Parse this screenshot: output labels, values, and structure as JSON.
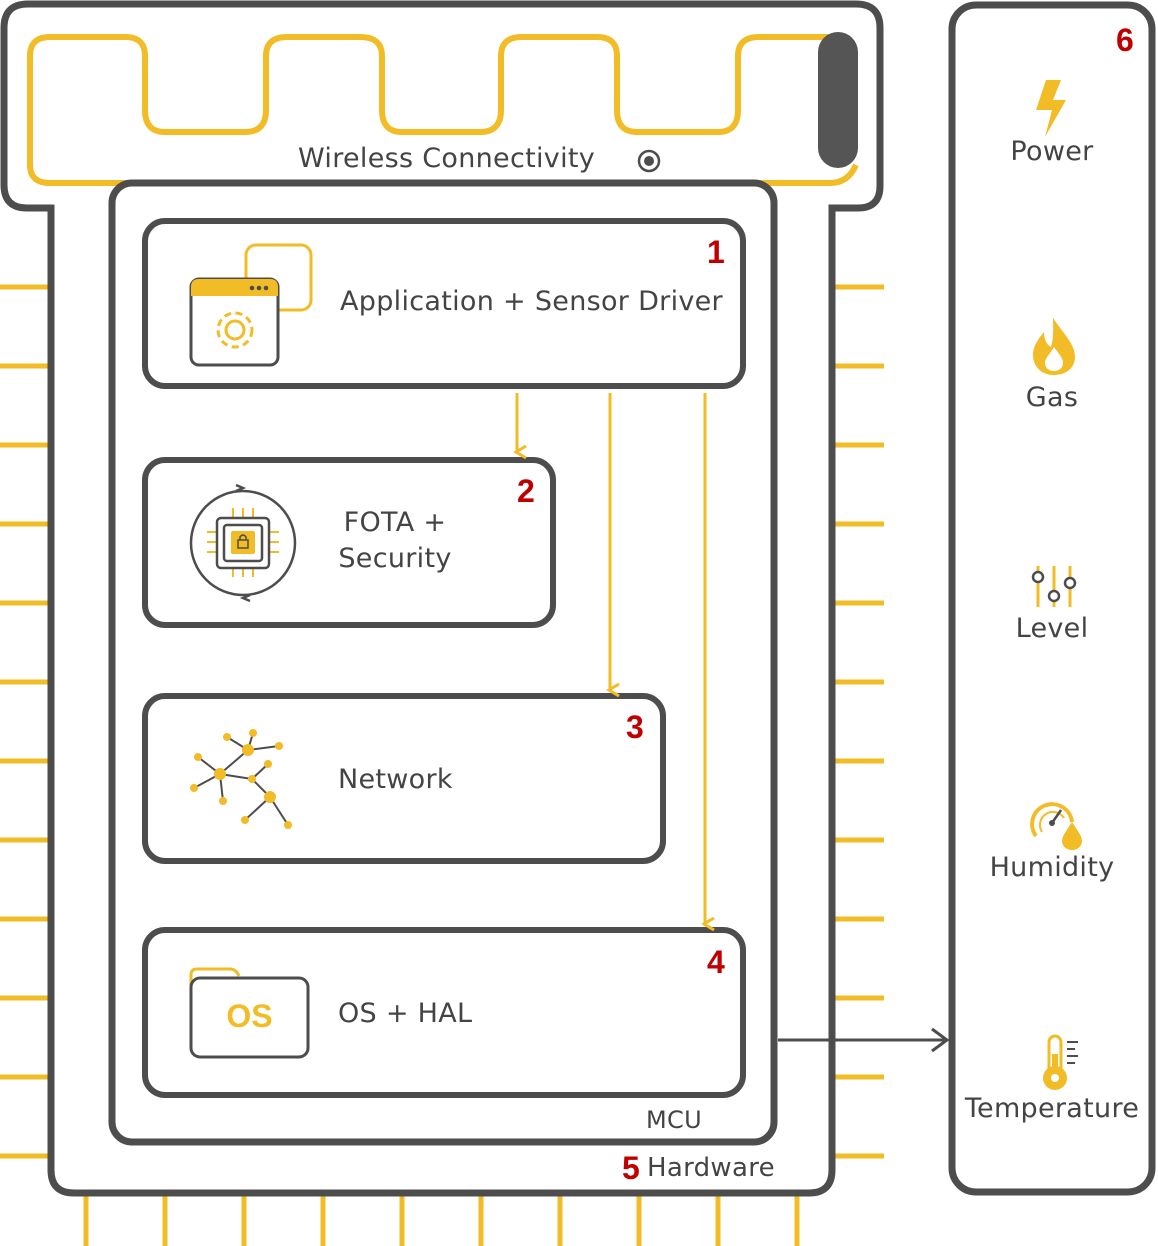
{
  "diagram": {
    "wireless_label": "Wireless Connectivity",
    "mcu_label": "MCU",
    "hardware_label": "Hardware",
    "hardware_number": "5",
    "layers": [
      {
        "number": "1",
        "label": "Application + Sensor Driver"
      },
      {
        "number": "2",
        "label_line1": "FOTA +",
        "label_line2": "Security"
      },
      {
        "number": "3",
        "label": "Network"
      },
      {
        "number": "4",
        "label": "OS + HAL",
        "icon_text": "OS"
      }
    ],
    "sensors_number": "6",
    "sensors": [
      {
        "label": "Power",
        "icon": "lightning-icon"
      },
      {
        "label": "Gas",
        "icon": "flame-icon"
      },
      {
        "label": "Level",
        "icon": "sliders-icon"
      },
      {
        "label": "Humidity",
        "icon": "gauge-droplet-icon"
      },
      {
        "label": "Temperature",
        "icon": "thermometer-icon"
      }
    ],
    "colors": {
      "accent": "#f2bc27",
      "outline": "#4d4d4d",
      "number": "#c00000",
      "text": "#444444"
    }
  }
}
